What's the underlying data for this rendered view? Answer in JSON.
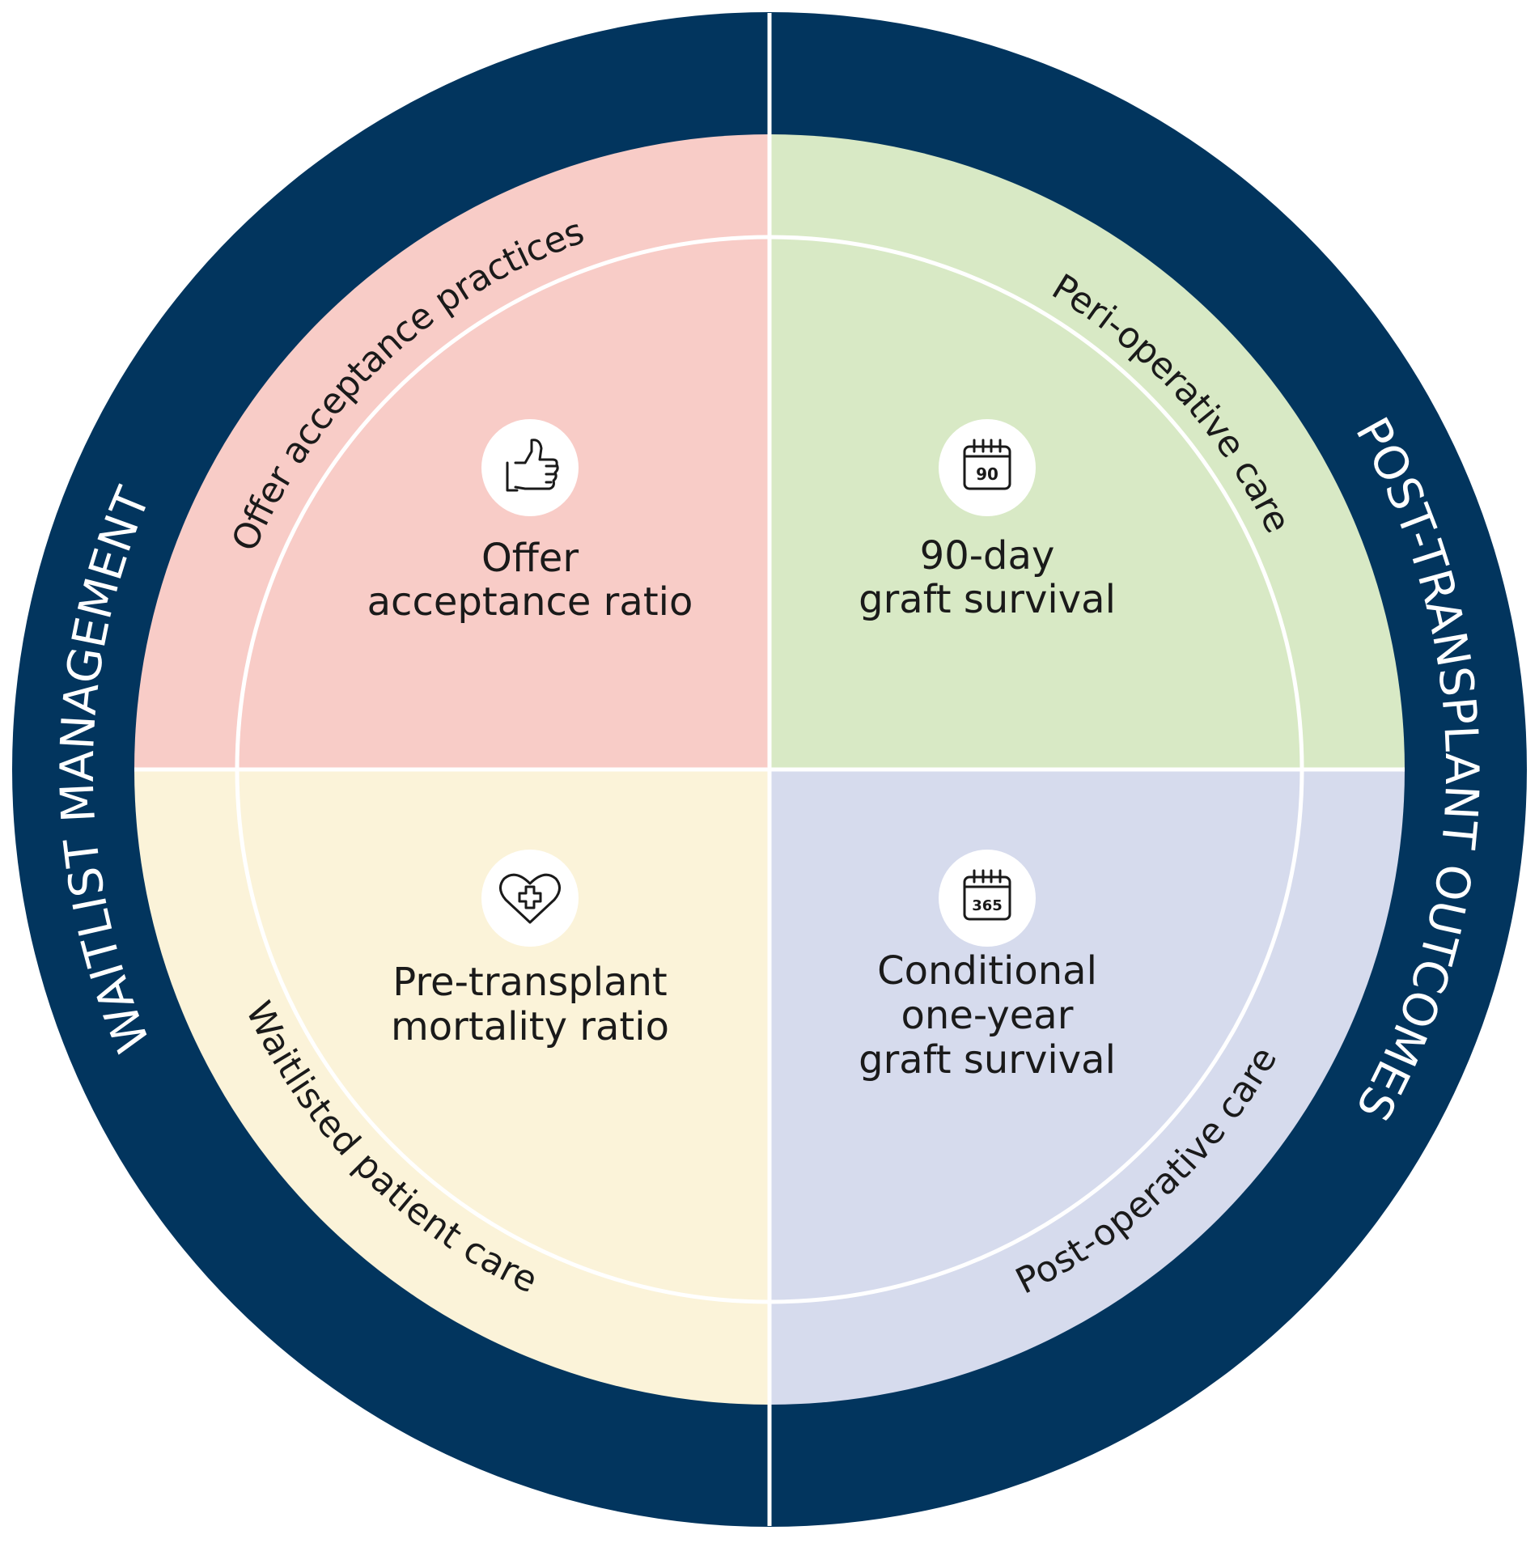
{
  "ring": {
    "left_label": "WAITLIST MANAGEMENT",
    "right_label": "POST-TRANSPLANT OUTCOMES"
  },
  "quadrants": {
    "top_left": {
      "arc_label": "Offer acceptance practices",
      "metric_line1": "Offer",
      "metric_line2": "acceptance ratio",
      "icon": "thumbs-up-icon",
      "color": "#f8ccc7"
    },
    "top_right": {
      "arc_label": "Peri-operative care",
      "metric_line1": "90-day",
      "metric_line2": "graft survival",
      "icon": "calendar-90-icon",
      "icon_text": "90",
      "color": "#d8e9c5"
    },
    "bottom_left": {
      "arc_label": "Waitlisted patient care",
      "metric_line1": "Pre-transplant",
      "metric_line2": "mortality ratio",
      "icon": "heart-plus-icon",
      "color": "#fbf3d9"
    },
    "bottom_right": {
      "arc_label": "Post-operative care",
      "metric_line1": "Conditional",
      "metric_line2": "one-year",
      "metric_line3": "graft survival",
      "icon": "calendar-365-icon",
      "icon_text": "365",
      "color": "#d6dbed"
    }
  },
  "colors": {
    "ring": "#02355e",
    "divider": "#ffffff"
  }
}
